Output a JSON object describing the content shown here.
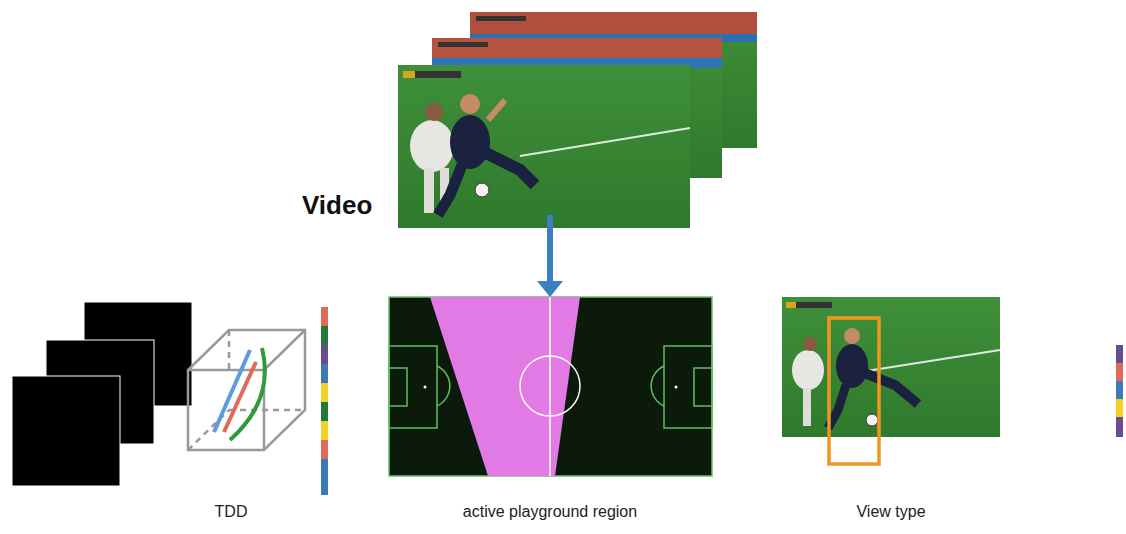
{
  "diagram": {
    "nodes": [
      {
        "text": [
          "Video"
        ]
      },
      {
        "text": [
          "TDD"
        ]
      },
      {
        "text": [
          "active playground region"
        ]
      },
      {
        "text": [
          "View type"
        ]
      }
    ],
    "edges": [
      {
        "from": 0,
        "to": 2,
        "arrow": "to"
      }
    ]
  }
}
